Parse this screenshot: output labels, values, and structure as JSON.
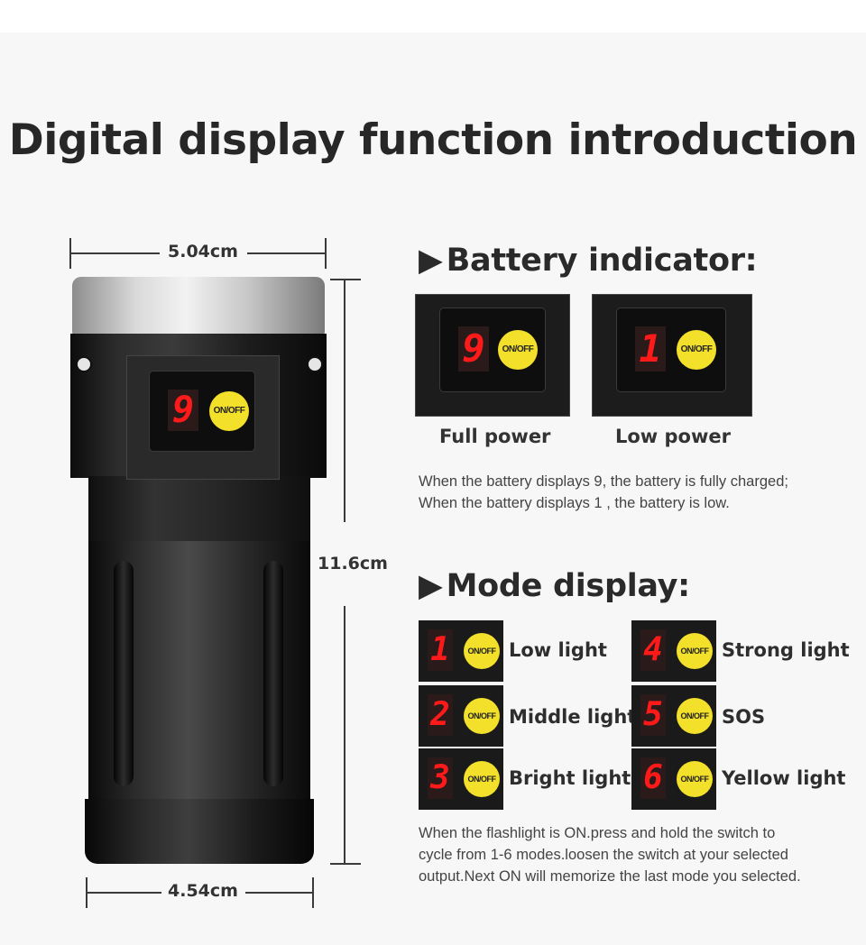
{
  "title": "Digital display function introduction",
  "dimensions": {
    "top_width": "5.04cm",
    "height": "11.6cm",
    "bottom_width": "4.54cm"
  },
  "flashlight_display": {
    "digit": "9",
    "button_label": "ON/OFF"
  },
  "battery": {
    "heading_arrow": "▶",
    "heading": "Battery indicator:",
    "indicators": [
      {
        "digit": "9",
        "button_label": "ON/OFF",
        "caption": "Full power"
      },
      {
        "digit": "1",
        "button_label": "ON/OFF",
        "caption": "Low power"
      }
    ],
    "description_line1": "When the battery displays 9, the battery is fully charged;",
    "description_line2": "When the battery displays 1 , the battery is low."
  },
  "modes": {
    "heading_arrow": "▶",
    "heading": "Mode display:",
    "items": [
      {
        "digit": "1",
        "button_label": "ON/OFF",
        "label": "Low light"
      },
      {
        "digit": "4",
        "button_label": "ON/OFF",
        "label": "Strong light"
      },
      {
        "digit": "2",
        "button_label": "ON/OFF",
        "label": "Middle light"
      },
      {
        "digit": "5",
        "button_label": "ON/OFF",
        "label": "SOS"
      },
      {
        "digit": "3",
        "button_label": "ON/OFF",
        "label": "Bright light"
      },
      {
        "digit": "6",
        "button_label": "ON/OFF",
        "label": "Yellow light"
      }
    ],
    "description_line1": "When the flashlight is ON.press and hold the switch to",
    "description_line2": "cycle from 1-6 modes.loosen the switch at your selected",
    "description_line3": "output.Next ON will memorize the last mode you selected."
  },
  "colors": {
    "digit_red": "#ff1a1a",
    "button_yellow": "#f2e02a",
    "heading_text": "#2a2a2a"
  }
}
